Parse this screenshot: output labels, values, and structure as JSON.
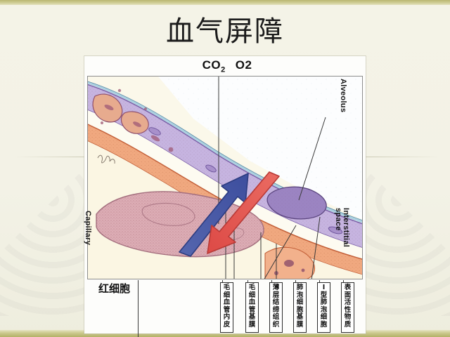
{
  "slide": {
    "title": "血气屏障",
    "background_color": "#f3f2e6",
    "band_color": "#bcb973"
  },
  "figure": {
    "gas_labels": {
      "co2": "CO",
      "co2_sub": "2",
      "o2": "O2"
    },
    "rbc_caption": "红细胞",
    "english_labels": {
      "alveolus": "Alveolus",
      "capillary": "Capillary",
      "interstitial_line1": "Interstitial",
      "interstitial_line2": "space"
    },
    "arrows": [
      {
        "name": "o2-arrow",
        "color": "#4357a6",
        "direction": "up-right"
      },
      {
        "name": "co2-arrow",
        "color": "#e0544f",
        "direction": "down-left"
      }
    ],
    "colors": {
      "alveolar_epithelium": "#c3b2de",
      "capillary_endothelium": "#ee9b78",
      "red_blood_cell": "#d9a8ae",
      "interstitium": "#f7f2e0",
      "air_space": "#fbfcfd"
    }
  },
  "structure_labels": [
    {
      "id": "capillary-endothelium",
      "chars": [
        "毛",
        "细",
        "血",
        "管",
        "内",
        "皮"
      ]
    },
    {
      "id": "capillary-basement",
      "chars": [
        "毛",
        "细",
        "血",
        "管",
        "基",
        "膜"
      ]
    },
    {
      "id": "thin-connective-tissue",
      "chars": [
        "薄",
        "层",
        "结",
        "缔",
        "组",
        "织"
      ]
    },
    {
      "id": "alveolar-basement",
      "chars": [
        "肺",
        "泡",
        "细",
        "胞",
        "基",
        "膜"
      ]
    },
    {
      "id": "type-1-alveolar-cell",
      "chars": [
        "I",
        "型",
        "肺",
        "泡",
        "细",
        "胞"
      ]
    },
    {
      "id": "surfactant",
      "chars": [
        "表",
        "面",
        "活",
        "性",
        "物",
        "质"
      ]
    }
  ]
}
